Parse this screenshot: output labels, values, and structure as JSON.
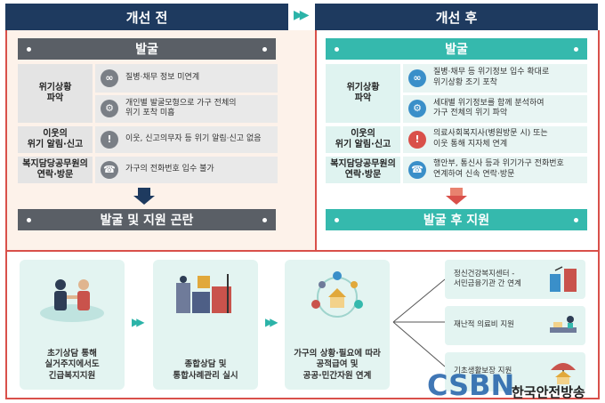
{
  "headers": {
    "before": "개선 전",
    "after": "개선 후"
  },
  "before": {
    "discover": "발굴",
    "rows": [
      {
        "label": "위기상황\n파악",
        "items": [
          {
            "icon": "chain-link-icon",
            "text": "질병·채무 정보 미연계"
          },
          {
            "icon": "gear-search-icon",
            "text": "개인별 발굴모형으로 가구 전체의\n위기 포착 미흡"
          }
        ]
      },
      {
        "label": "이웃의\n위기 알림·신고",
        "items": [
          {
            "icon": "exclamation-icon",
            "text": "이웃, 신고의무자 등 위기 알림·신고 없음"
          }
        ]
      },
      {
        "label": "복지담당공무원의\n연락·방문",
        "items": [
          {
            "icon": "phone-icon",
            "text": "가구의 전화번호 입수 불가"
          }
        ]
      }
    ],
    "result": "발굴 및 지원 곤란"
  },
  "after": {
    "discover": "발굴",
    "rows": [
      {
        "label": "위기상황\n파악",
        "items": [
          {
            "icon": "chain-link-icon",
            "text": "질병·채무 등 위기정보 입수 확대로\n위기상황 조기 포착"
          },
          {
            "icon": "gear-search-icon",
            "text": "세대별 위기정보를 함께 분석하여\n가구 전체의 위기 파악"
          }
        ]
      },
      {
        "label": "이웃의\n위기 알림·신고",
        "items": [
          {
            "icon": "exclamation-icon",
            "text": "의료사회복지사(병원방문 시) 또는\n이웃 통해 지자체 연계"
          }
        ]
      },
      {
        "label": "복지담당공무원의\n연락·방문",
        "items": [
          {
            "icon": "phone-icon",
            "text": "행안부, 통신사 등과 위기가구 전화번호\n연계하여 신속 연락·방문"
          }
        ]
      }
    ],
    "result": "발굴 후 지원"
  },
  "steps": [
    {
      "icon": "people-consult-icon",
      "text": "초기상담 통해\n실거주지에서도\n긴급복지지원"
    },
    {
      "icon": "puzzle-team-icon",
      "text": "종합상담 및\n통합사례관리 실시"
    },
    {
      "icon": "house-network-icon",
      "text": "가구의 상황·필요에 따라\n공적급여 및\n공공·민간자원 연계"
    }
  ],
  "outcomes": [
    {
      "icon": "center-building-icon",
      "text": "정신건강복지센터 -\n서민금융기관 간 연계"
    },
    {
      "icon": "hospital-bed-icon",
      "text": "재난적 의료비 지원"
    },
    {
      "icon": "umbrella-house-icon",
      "text": "기초생활보장 지원"
    }
  ],
  "watermark": {
    "brand": "CSBN",
    "name": "한국안전방송"
  },
  "colors": {
    "navy": "#1e3a5f",
    "teal": "#35b9ad",
    "red": "#d9504a",
    "gray": "#5a5f66"
  }
}
